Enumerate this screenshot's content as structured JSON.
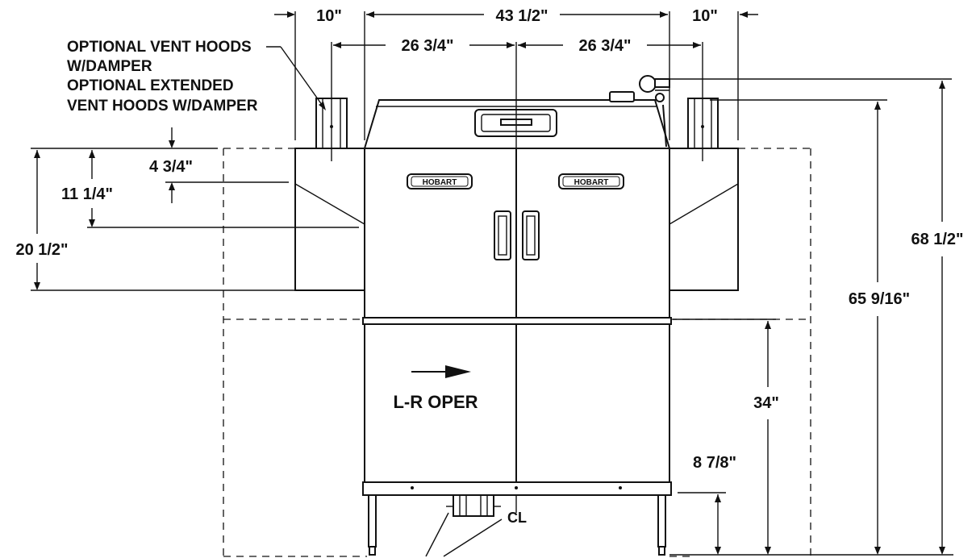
{
  "dimensions": {
    "left_hood_width": "10\"",
    "overall_width": "43 1/2\"",
    "right_hood_width": "10\"",
    "left_half_width": "26 3/4\"",
    "right_half_width": "26 3/4\"",
    "hood_offset_top": "4 3/4\"",
    "hood_offset_mid": "11 1/4\"",
    "hood_height": "20 1/2\"",
    "overall_height": "68 1/2\"",
    "vent_hood_height": "65 9/16\"",
    "table_height": "34\"",
    "drain_height": "8 7/8\""
  },
  "notes": {
    "vent_line1": "OPTIONAL VENT HOODS",
    "vent_line2": "W/DAMPER",
    "vent_line3": "OPTIONAL EXTENDED",
    "vent_line4": "VENT HOODS W/DAMPER",
    "operation": "L-R OPER",
    "centerline": "CL"
  },
  "brand": {
    "badge_left": "HOBART",
    "badge_right": "HOBART"
  }
}
